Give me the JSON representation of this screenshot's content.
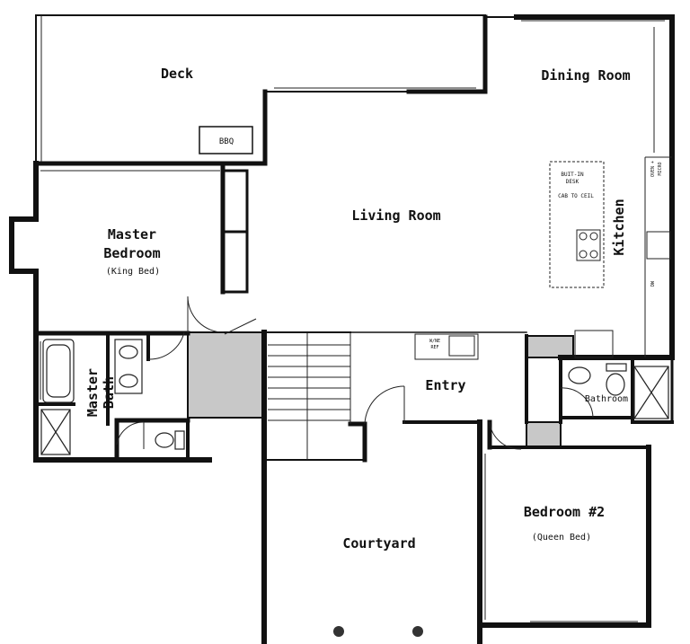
{
  "rooms": {
    "deck": "Deck",
    "dining": "Dining Room",
    "living": "Living Room",
    "kitchen": "Kitchen",
    "master_bedroom_1": "Master",
    "master_bedroom_2": "Bedroom",
    "master_bedroom_bed": "(King Bed)",
    "master_bath_1": "Master",
    "master_bath_2": "Bath",
    "entry": "Entry",
    "bathroom": "Bathroom",
    "bedroom2": "Bedroom #2",
    "bedroom2_bed": "(Queen Bed)",
    "courtyard": "Courtyard"
  },
  "fixtures": {
    "bbq": "BBQ",
    "builtin_desk_1": "BUIT-IN",
    "builtin_desk_2": "DESK",
    "cab_to_ceil": "CAB TO CEIL",
    "oven_1": "OVEN +",
    "oven_2": "MICRO",
    "dw": "DW",
    "wine_1": "W/NE",
    "wine_2": "REF"
  },
  "colors": {
    "wall": "#111111",
    "shade": "#c8c8c8",
    "background": "#ffffff"
  }
}
